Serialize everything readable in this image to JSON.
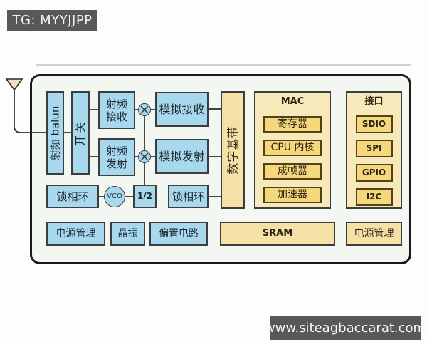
{
  "banners": {
    "top": "TG: MYYJJPP",
    "bottom": "www.siteagbaccarat.com"
  },
  "chip": {
    "rf_balun": "射频 balun",
    "rf_switch": "开关",
    "rf_rx_lines": [
      "射频",
      "接收"
    ],
    "rf_tx_lines": [
      "射频",
      "发射"
    ],
    "analog_rx": "模拟接收",
    "analog_tx": "模拟发射",
    "pll_left": "锁相环",
    "vco": "VCO",
    "freq_divider": "1/2",
    "pll_right": "锁相环",
    "digital_baseband": "数字基带",
    "power_mgmt_left": "电源管理",
    "crystal_osc": "晶振",
    "bias_circuit": "偏置电路",
    "sram": "SRAM",
    "power_mgmt_right": "电源管理",
    "mac": {
      "title": "MAC",
      "items": [
        "寄存器",
        "CPU 内核",
        "成帧器",
        "加速器"
      ]
    },
    "interfaces": {
      "title": "接口",
      "items": [
        "SDIO",
        "SPI",
        "GPIO",
        "I2C"
      ]
    }
  },
  "colors": {
    "banner_bg": "#58585a",
    "block_blue": "#a8d8ee",
    "panel_cream": "#f8e9bb",
    "block_gold": "#f5d87c",
    "block_tan": "#f5e1a6",
    "wire": "#2b2b2b"
  }
}
